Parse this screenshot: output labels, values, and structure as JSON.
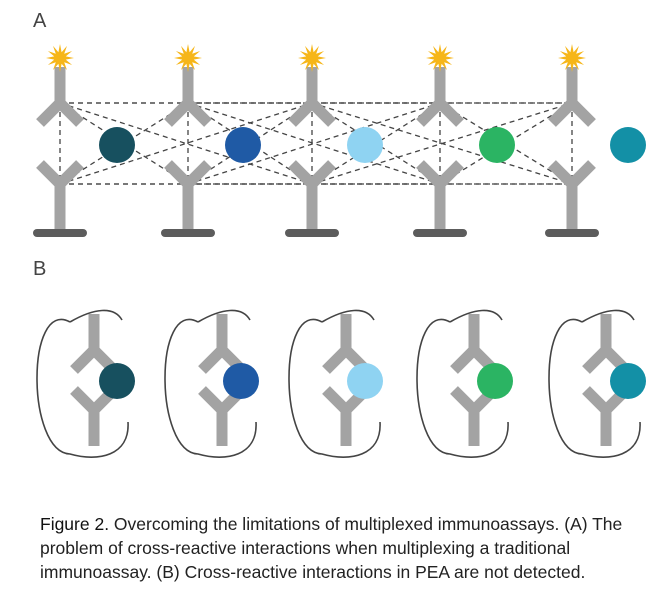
{
  "panels": {
    "a_label": "A",
    "b_label": "B"
  },
  "caption": {
    "figure_number": "Figure 2.",
    "text": " Overcoming the limitations of multiplexed immunoassays. (A) The problem of cross-reactive interactions when multiplexing a traditional immunoassay. (B) Cross-reactive interactions in PEA are not detected."
  },
  "colors": {
    "antibody": "#a3a3a3",
    "surface": "#5c5c5c",
    "star": "#f6b619",
    "dashed_line": "#444444",
    "loop_line": "#444444",
    "antigens": [
      "#17505f",
      "#1f5aa5",
      "#8fd3f2",
      "#2bb463",
      "#1390a6"
    ]
  }
}
